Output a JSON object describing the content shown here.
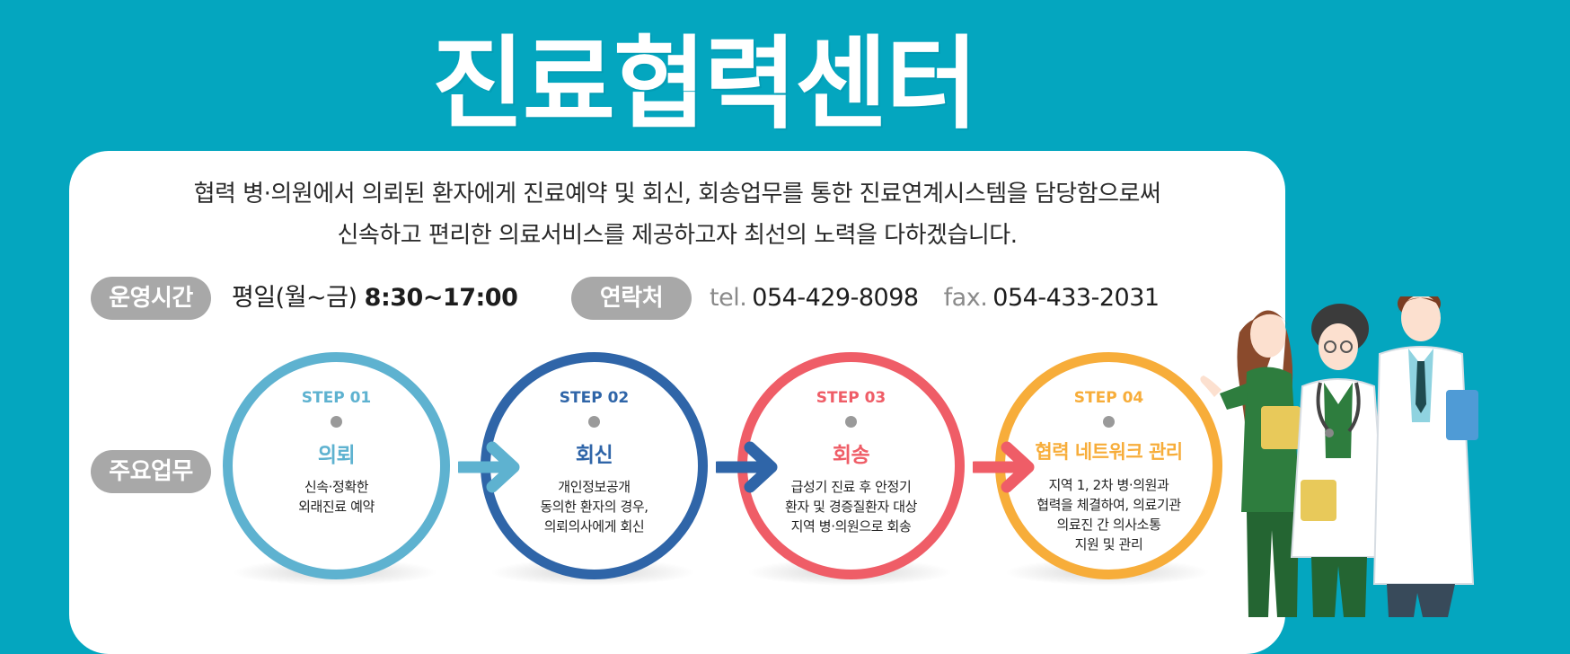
{
  "title": "진료협력센터",
  "intro": {
    "line1": "협력 병·의원에서 의뢰된 환자에게 진료예약 및 회신, 회송업무를 통한 진료연계시스템을 담당함으로써",
    "line2": "신속하고 편리한 의료서비스를 제공하고자 최선의 노력을 다하겠습니다."
  },
  "hours": {
    "label": "운영시간",
    "days": "평일(월~금)",
    "time": "8:30~17:00"
  },
  "contact": {
    "label": "연락처",
    "tel_label": "tel.",
    "tel": "054-429-8098",
    "fax_label": "fax.",
    "fax": "054-433-2031"
  },
  "duties_label": "주요업무",
  "steps": [
    {
      "step": "STEP 01",
      "title": "의뢰",
      "desc": [
        "신속·정확한",
        "외래진료 예약"
      ],
      "color": "#5eb2d0"
    },
    {
      "step": "STEP 02",
      "title": "회신",
      "desc": [
        "개인정보공개",
        "동의한 환자의 경우,",
        "의뢰의사에게 회신"
      ],
      "color": "#2f65a8"
    },
    {
      "step": "STEP 03",
      "title": "회송",
      "desc": [
        "급성기 진료 후 안정기",
        "환자 및 경증질환자 대상",
        "지역 병·의원으로 회송"
      ],
      "color": "#ef5d67"
    },
    {
      "step": "STEP 04",
      "title": "협력 네트워크 관리",
      "desc": [
        "지역 1, 2차 병·의원과",
        "협력을 체결하여, 의료기관",
        "의료진 간 의사소통",
        "지원 및 관리"
      ],
      "color": "#f7ad3a"
    }
  ],
  "colors": {
    "background": "#04a6bf",
    "pill": "#a8a8a8",
    "step_dot": "#9a9a9a"
  },
  "icons": [
    "arrow-right-icon",
    "doctors-illustration"
  ]
}
